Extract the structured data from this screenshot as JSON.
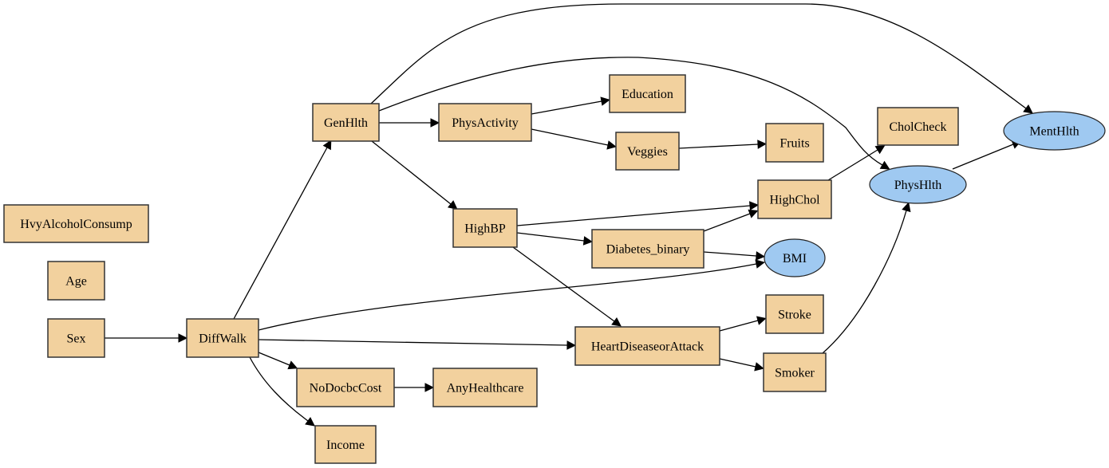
{
  "diagram": {
    "type": "directed-graph",
    "colors": {
      "variable_node_fill": "#f2d19e",
      "continuous_node_fill": "#9fc9f1",
      "stroke": "#333333",
      "edge": "#000000"
    },
    "nodes": [
      {
        "id": "HvyAlcoholConsump",
        "label": "HvyAlcoholConsump",
        "shape": "box"
      },
      {
        "id": "Age",
        "label": "Age",
        "shape": "box"
      },
      {
        "id": "Sex",
        "label": "Sex",
        "shape": "box"
      },
      {
        "id": "DiffWalk",
        "label": "DiffWalk",
        "shape": "box"
      },
      {
        "id": "GenHlth",
        "label": "GenHlth",
        "shape": "box"
      },
      {
        "id": "PhysActivity",
        "label": "PhysActivity",
        "shape": "box"
      },
      {
        "id": "Education",
        "label": "Education",
        "shape": "box"
      },
      {
        "id": "Veggies",
        "label": "Veggies",
        "shape": "box"
      },
      {
        "id": "Fruits",
        "label": "Fruits",
        "shape": "box"
      },
      {
        "id": "HighBP",
        "label": "HighBP",
        "shape": "box"
      },
      {
        "id": "HighChol",
        "label": "HighChol",
        "shape": "box"
      },
      {
        "id": "CholCheck",
        "label": "CholCheck",
        "shape": "box"
      },
      {
        "id": "Diabetes_binary",
        "label": "Diabetes_binary",
        "shape": "box"
      },
      {
        "id": "BMI",
        "label": "BMI",
        "shape": "ellipse"
      },
      {
        "id": "PhysHlth",
        "label": "PhysHlth",
        "shape": "ellipse"
      },
      {
        "id": "MentHlth",
        "label": "MentHlth",
        "shape": "ellipse"
      },
      {
        "id": "HeartDiseaseorAttack",
        "label": "HeartDiseaseorAttack",
        "shape": "box"
      },
      {
        "id": "Stroke",
        "label": "Stroke",
        "shape": "box"
      },
      {
        "id": "Smoker",
        "label": "Smoker",
        "shape": "box"
      },
      {
        "id": "NoDocbcCost",
        "label": "NoDocbcCost",
        "shape": "box"
      },
      {
        "id": "AnyHealthcare",
        "label": "AnyHealthcare",
        "shape": "box"
      },
      {
        "id": "Income",
        "label": "Income",
        "shape": "box"
      }
    ],
    "edges": [
      {
        "from": "Sex",
        "to": "DiffWalk"
      },
      {
        "from": "DiffWalk",
        "to": "GenHlth"
      },
      {
        "from": "DiffWalk",
        "to": "BMI"
      },
      {
        "from": "DiffWalk",
        "to": "HeartDiseaseorAttack"
      },
      {
        "from": "DiffWalk",
        "to": "NoDocbcCost"
      },
      {
        "from": "DiffWalk",
        "to": "Income"
      },
      {
        "from": "GenHlth",
        "to": "PhysActivity"
      },
      {
        "from": "GenHlth",
        "to": "HighBP"
      },
      {
        "from": "GenHlth",
        "to": "MentHlth"
      },
      {
        "from": "GenHlth",
        "to": "PhysHlth"
      },
      {
        "from": "PhysActivity",
        "to": "Education"
      },
      {
        "from": "PhysActivity",
        "to": "Veggies"
      },
      {
        "from": "Veggies",
        "to": "Fruits"
      },
      {
        "from": "HighBP",
        "to": "HighChol"
      },
      {
        "from": "HighBP",
        "to": "Diabetes_binary"
      },
      {
        "from": "HighBP",
        "to": "HeartDiseaseorAttack"
      },
      {
        "from": "Diabetes_binary",
        "to": "HighChol"
      },
      {
        "from": "Diabetes_binary",
        "to": "BMI"
      },
      {
        "from": "HighChol",
        "to": "CholCheck"
      },
      {
        "from": "PhysHlth",
        "to": "MentHlth"
      },
      {
        "from": "HeartDiseaseorAttack",
        "to": "Stroke"
      },
      {
        "from": "HeartDiseaseorAttack",
        "to": "Smoker"
      },
      {
        "from": "Smoker",
        "to": "PhysHlth"
      },
      {
        "from": "NoDocbcCost",
        "to": "AnyHealthcare"
      }
    ]
  }
}
